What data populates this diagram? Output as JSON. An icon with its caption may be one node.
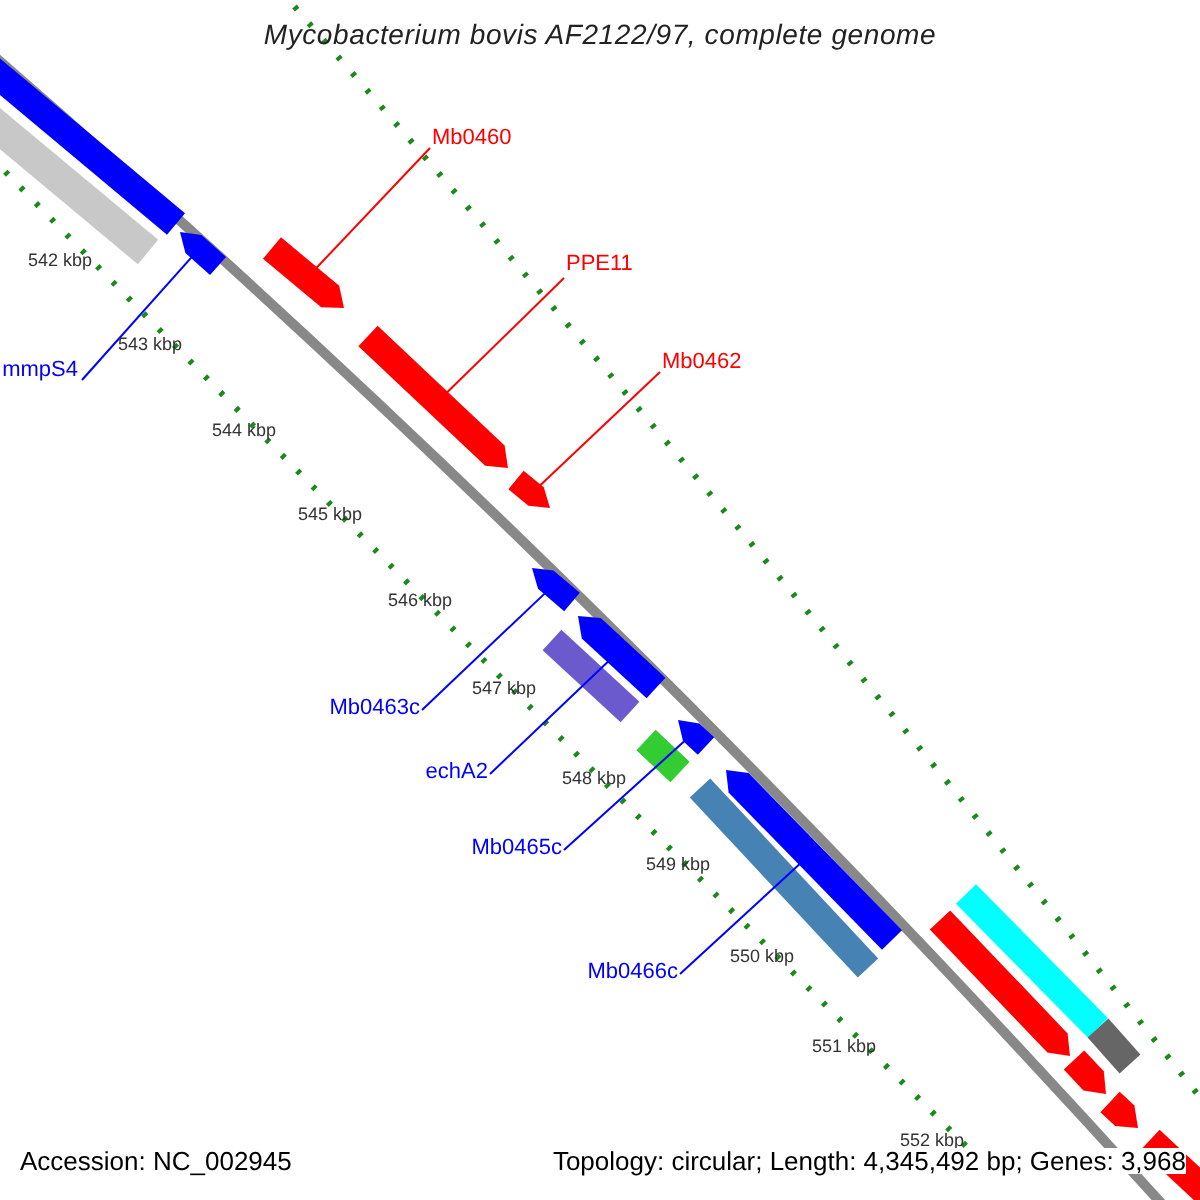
{
  "diagram": {
    "title": "Mycobacterium bovis AF2122/97, complete genome",
    "nodes": [
      {
        "text": [
          "Mb0460"
        ]
      },
      {
        "text": [
          "PPE11"
        ]
      },
      {
        "text": [
          "Mb0462"
        ]
      },
      {
        "text": [
          "mmpS4"
        ]
      },
      {
        "text": [
          "Mb0463c"
        ]
      },
      {
        "text": [
          "echA2"
        ]
      },
      {
        "text": [
          "Mb0465c"
        ]
      },
      {
        "text": [
          "Mb0466c"
        ]
      },
      {
        "text": [],
        "shape": "arrow"
      },
      {
        "text": [],
        "shape": "arrow"
      },
      {
        "text": [],
        "shape": "arrow"
      },
      {
        "text": [],
        "shape": "arrow"
      },
      {
        "text": [],
        "shape": "arrow"
      },
      {
        "text": [],
        "shape": "arrow"
      },
      {
        "text": [],
        "shape": "arrow"
      },
      {
        "text": [],
        "shape": "arrow"
      },
      {
        "text": [],
        "shape": "bar"
      },
      {
        "text": [],
        "shape": "bar"
      },
      {
        "text": [],
        "shape": "bar"
      },
      {
        "text": [],
        "shape": "bar"
      },
      {
        "text": [],
        "shape": "bar"
      },
      {
        "text": [],
        "shape": "bar"
      },
      {
        "text": [],
        "shape": "bar"
      },
      {
        "text": [],
        "shape": "arrow"
      },
      {
        "text": [],
        "shape": "arrow"
      },
      {
        "text": [],
        "shape": "arrow"
      },
      {
        "text": [],
        "shape": "bar"
      }
    ],
    "edges": [
      {
        "from": 0,
        "to": 8,
        "arrow": "none",
        "color": "#ff0000"
      },
      {
        "from": 1,
        "to": 9,
        "arrow": "none",
        "color": "#ff0000"
      },
      {
        "from": 2,
        "to": 10,
        "arrow": "none",
        "color": "#ff0000"
      },
      {
        "from": 3,
        "to": 11,
        "arrow": "none"
      },
      {
        "from": 4,
        "to": 12,
        "arrow": "none"
      },
      {
        "from": 5,
        "to": 13,
        "arrow": "none"
      },
      {
        "from": 6,
        "to": 14,
        "arrow": "none"
      },
      {
        "from": 7,
        "to": 15,
        "arrow": "none"
      }
    ],
    "labels": [
      "542 kbp",
      "543 kbp",
      "544 kbp",
      "545 kbp",
      "546 kbp",
      "547 kbp",
      "548 kbp",
      "549 kbp",
      "550 kbp",
      "551 kbp",
      "552 kbp",
      "Accession: NC_002945",
      "Topology: circular; Length: 4,345,492 bp; Genes: 3,968"
    ]
  }
}
